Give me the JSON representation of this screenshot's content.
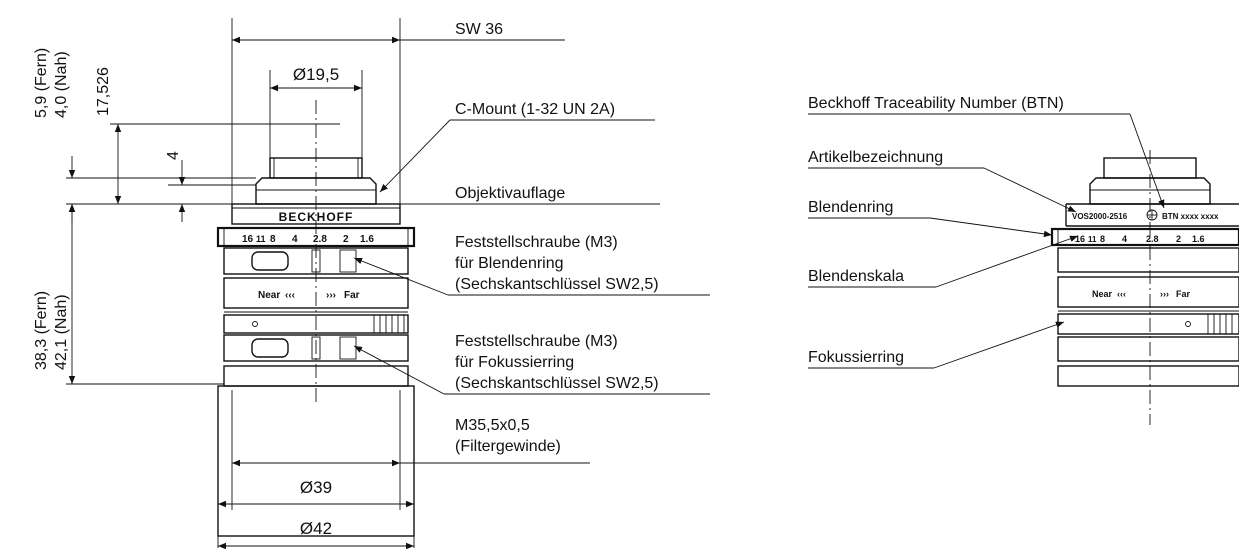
{
  "left": {
    "dims": {
      "sw": "SW 36",
      "d19": "Ø19,5",
      "d39": "Ø39",
      "d42": "Ø42",
      "h4": "4",
      "h17": "17,526",
      "fern_top": "5,9 (Fern)",
      "nah_top": "4,0 (Nah)",
      "fern_bot": "38,3 (Fern)",
      "nah_bot": "42,1 (Nah)"
    },
    "callouts": {
      "cmount": "C-Mount (1-32 UN 2A)",
      "objektiv": "Objektivauflage",
      "fs1_l1": "Feststellschraube (M3)",
      "fs1_l2": "für Blendenring",
      "fs1_l3": "(Sechskantschlüssel SW2,5)",
      "fs2_l1": "Feststellschraube (M3)",
      "fs2_l2": "für Fokussierring",
      "fs2_l3": "(Sechskantschlüssel SW2,5)",
      "m35_l1": "M35,5x0,5",
      "m35_l2": "(Filtergewinde)"
    },
    "lens": {
      "brand": "BECKHOFF",
      "scale": [
        "16",
        "11",
        "8",
        "4",
        "2.8",
        "2",
        "1.6"
      ],
      "near": "Near",
      "far": "Far"
    }
  },
  "right": {
    "callouts": {
      "btn": "Beckhoff Traceability Number (BTN)",
      "artikel": "Artikelbezeichnung",
      "blendenring": "Blendenring",
      "blendenskala": "Blendenskala",
      "fokus": "Fokussierring"
    },
    "lens": {
      "article": "VOS2000-2516",
      "btn_label": "BTN xxxx xxxx",
      "scale": [
        "16",
        "11",
        "8",
        "4",
        "2.8",
        "2",
        "1.6"
      ],
      "near": "Near",
      "far": "Far"
    }
  }
}
